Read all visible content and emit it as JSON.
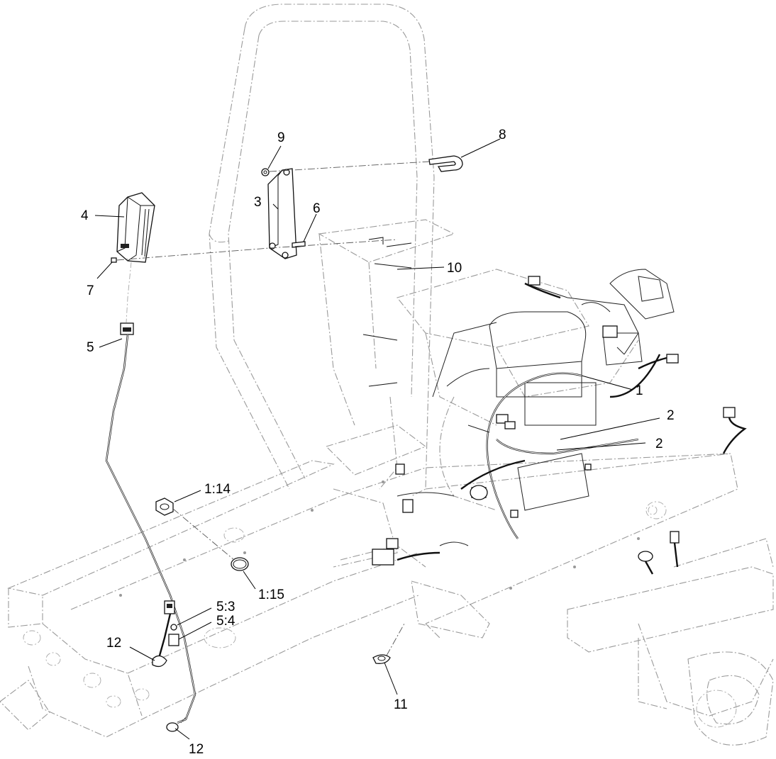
{
  "callouts": {
    "c1": "1",
    "c2a": "2",
    "c2b": "2",
    "c3": "3",
    "c4": "4",
    "c5": "5",
    "c6": "6",
    "c7": "7",
    "c8": "8",
    "c9": "9",
    "c10": "10",
    "c11": "11",
    "c12a": "12",
    "c12b": "12",
    "c114": "1:14",
    "c115": "1:15",
    "c53": "5:3",
    "c54": "5:4"
  }
}
